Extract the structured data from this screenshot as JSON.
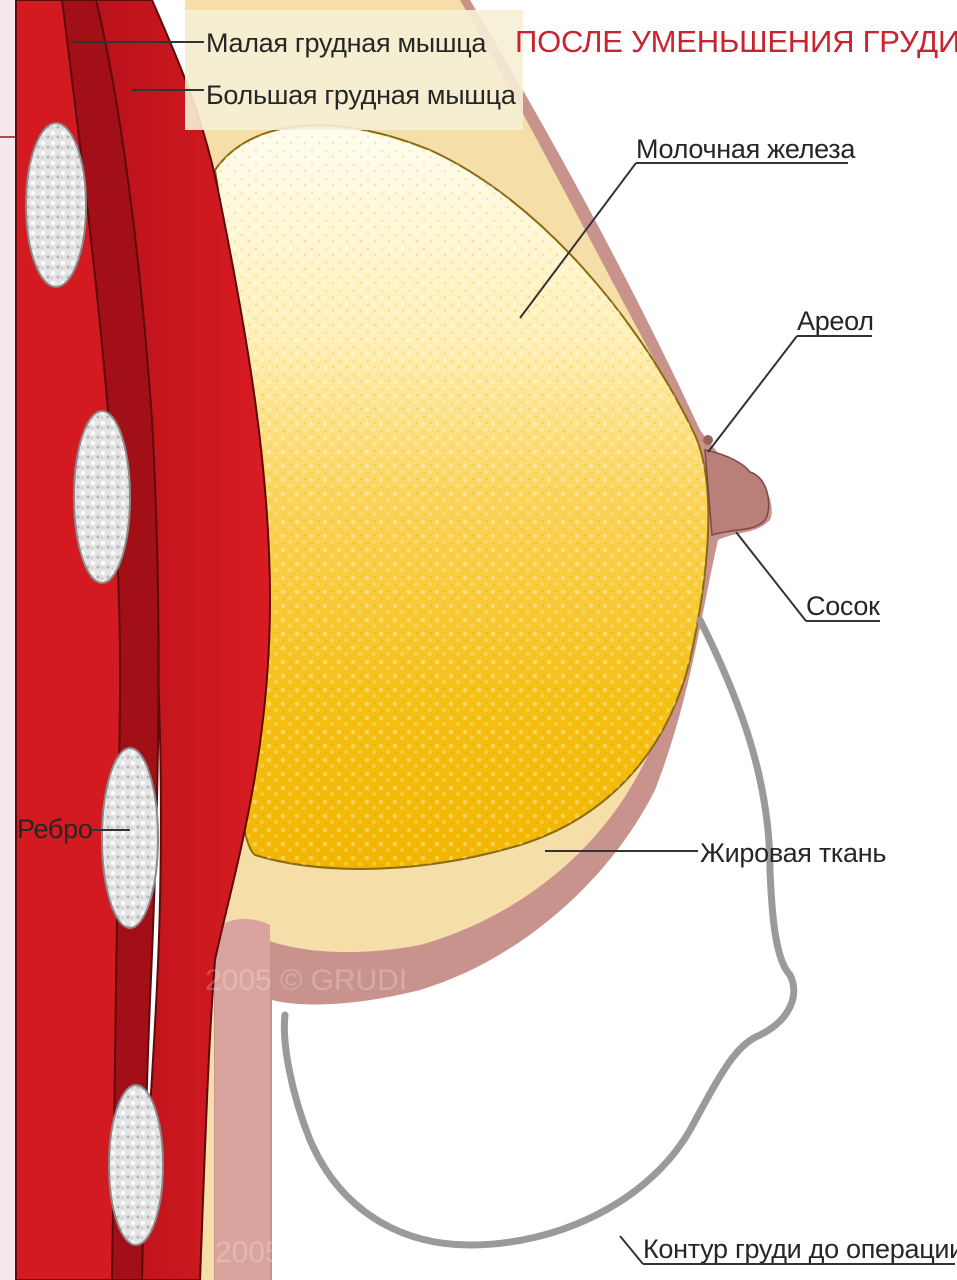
{
  "title": "ПОСЛЕ УМЕНЬШЕНИЯ ГРУДИ",
  "labels": {
    "pectoralis_minor": "Малая грудная мышца",
    "pectoralis_major": "Большая грудная мышца",
    "mammary_gland": "Молочная железа",
    "areola": "Ареол",
    "nipple": "Сосок",
    "rib": "Ребро",
    "fat_tissue": "Жировая ткань",
    "contour_before": "Контур груди до операции"
  },
  "watermark": {
    "text1": "2005 © GRUDI",
    "text2": "2005"
  },
  "colors": {
    "background": "#f6e9ee",
    "muscle": "#c8161e",
    "muscle_dark": "#8a0d12",
    "rib": "#dcdcdc",
    "skin": "#c9938d",
    "fat": "#f6dea8",
    "gland_light": "#fffbe8",
    "gland_dark": "#f0b400",
    "contour": "#9a9a9a",
    "title": "#c8232f"
  }
}
